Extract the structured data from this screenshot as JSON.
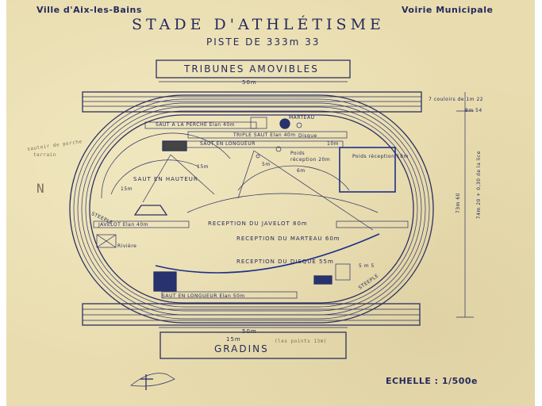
{
  "header": {
    "city": "Ville d'Aix-les-Bains",
    "department": "Voirie Municipale",
    "title": "STADE D'ATHLÉTISME",
    "subtitle": "PISTE DE 333m 33"
  },
  "stands": {
    "top": "TRIBUNES AMOVIBLES",
    "top_width": "50m",
    "bottom": "GRADINS",
    "bottom_width": "50m",
    "bottom_sub": "15m"
  },
  "track": {
    "lanes_note": "7 couloirs de 1m 22",
    "lanes_dim": "8m 54",
    "total_length": "73m 60",
    "inner_dim": "74m 20 + 0,30 de la lice",
    "steeple_left": "STEEPLE",
    "steeple_right": "STEEPLE",
    "riviere": "Rivière"
  },
  "events": {
    "pole_vault": "SAUT A LA PERCHE Elan 40m",
    "triple_jump": "TRIPLE SAUT Elan 40m",
    "long_jump": "SAUT EN LONGUEUR",
    "high_jump": "SAUT EN HAUTEUR",
    "hj_radius": "15m",
    "hj_radius_2": "15m",
    "javelin_runup": "JAVELOT Elan 40m",
    "javelin_landing": "RECEPTION DU JAVELOT 80m",
    "hammer_landing": "RECEPTION DU MARTEAU 60m",
    "discus_landing": "RECEPTION DU DISQUE 55m",
    "long_jump_2": "SAUT EN LONGUEUR Elan 50m",
    "shot_put": "Poids réception 18m",
    "hammer": "MARTEAU",
    "disque": "Disque",
    "poids": "Poids",
    "reception_20": "réception 20m",
    "r_6m": "6m",
    "r_10m": "10m",
    "r_5m": "5m",
    "zone_5x5": "5 m 5"
  },
  "pencil_notes": {
    "left_note": "sautoir de perche",
    "left_note_2": "terrain",
    "n_mark": "N",
    "gradins_note": "(les points 13m)"
  },
  "scale": "ECHELLE : 1/500e",
  "colors": {
    "ink": "#2b2f63",
    "paper": "#e9ddb0",
    "blue_pencil": "#1d2f8a"
  }
}
